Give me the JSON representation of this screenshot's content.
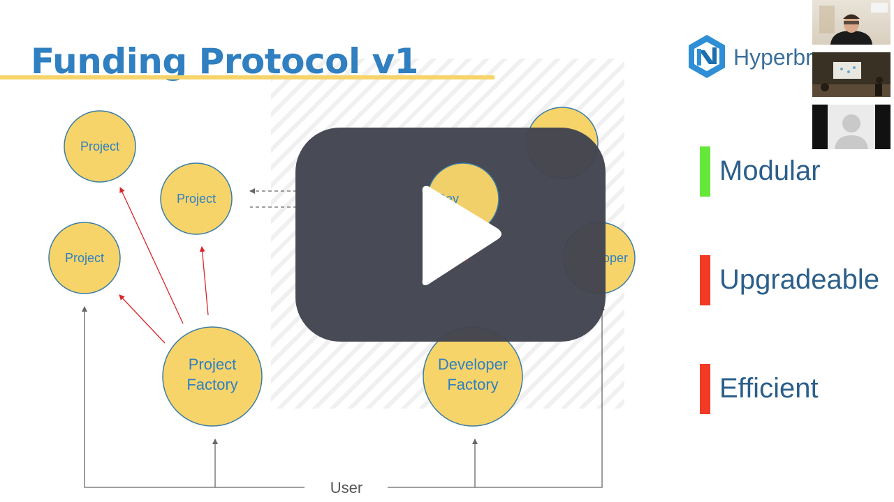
{
  "slide": {
    "title": "Funding Protocol v1",
    "nodes": {
      "project_1": "Project",
      "project_2": "Project",
      "project_3": "Project",
      "developer_partial": "Dev",
      "developer_partial_2": "oper"
    },
    "factories": {
      "project_line1": "Project",
      "project_line2": "Factory",
      "developer_line1": "Developer",
      "developer_line2": "Factory"
    },
    "user_label": "User",
    "logo_text": "Hyperbri",
    "properties": [
      {
        "label": "Modular",
        "color": "#66e83a"
      },
      {
        "label": "Upgradeable",
        "color": "#f23a25"
      },
      {
        "label": "Efficient",
        "color": "#f23a25"
      }
    ]
  },
  "colors": {
    "title": "#2f7fc1",
    "node_fill": "#f7d46a",
    "node_stroke": "#3a7ca5",
    "arrow_red": "#d9262a",
    "overlay": "#424450"
  },
  "icons": {
    "logo": "hyperbridge-logo-icon",
    "play": "play-icon",
    "avatar": "avatar-placeholder-icon"
  }
}
